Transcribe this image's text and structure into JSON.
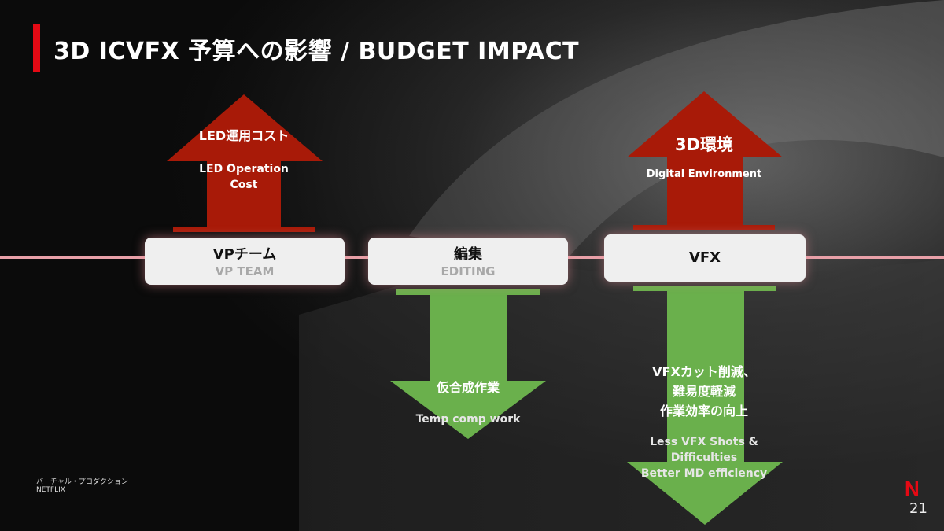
{
  "title": "3D ICVFX 予算への影響  / BUDGET IMPACT",
  "colors": {
    "accent": "#e50914",
    "up_arrow": "#a81a08",
    "down_arrow": "#6ab04c",
    "timeline": "#e8a0a8"
  },
  "boxes": {
    "vp": {
      "main": "VPチーム",
      "sub": "VP TEAM"
    },
    "editing": {
      "main": "編集",
      "sub": "EDITING"
    },
    "vfx": {
      "main": "VFX"
    }
  },
  "arrows": {
    "led": {
      "direction": "up",
      "title": "LED運用コスト",
      "line1": "LED Operation",
      "line2": "Cost"
    },
    "env": {
      "direction": "up",
      "title": "3D環境",
      "line1": "Digital Environment"
    },
    "temp": {
      "direction": "down",
      "title": "仮合成作業",
      "line1": "Temp comp work"
    },
    "vfxdown": {
      "direction": "down",
      "title1": "VFXカット削減、",
      "title2": "難易度軽減",
      "title3": "作業効率の向上",
      "line1": "Less VFX Shots &",
      "line2": "Difficulties",
      "line3": "Better MD efficiency"
    }
  },
  "footer": {
    "jp": "バーチャル・プロダクション",
    "en": "NETFLIX",
    "logo": "N",
    "page": "21"
  }
}
